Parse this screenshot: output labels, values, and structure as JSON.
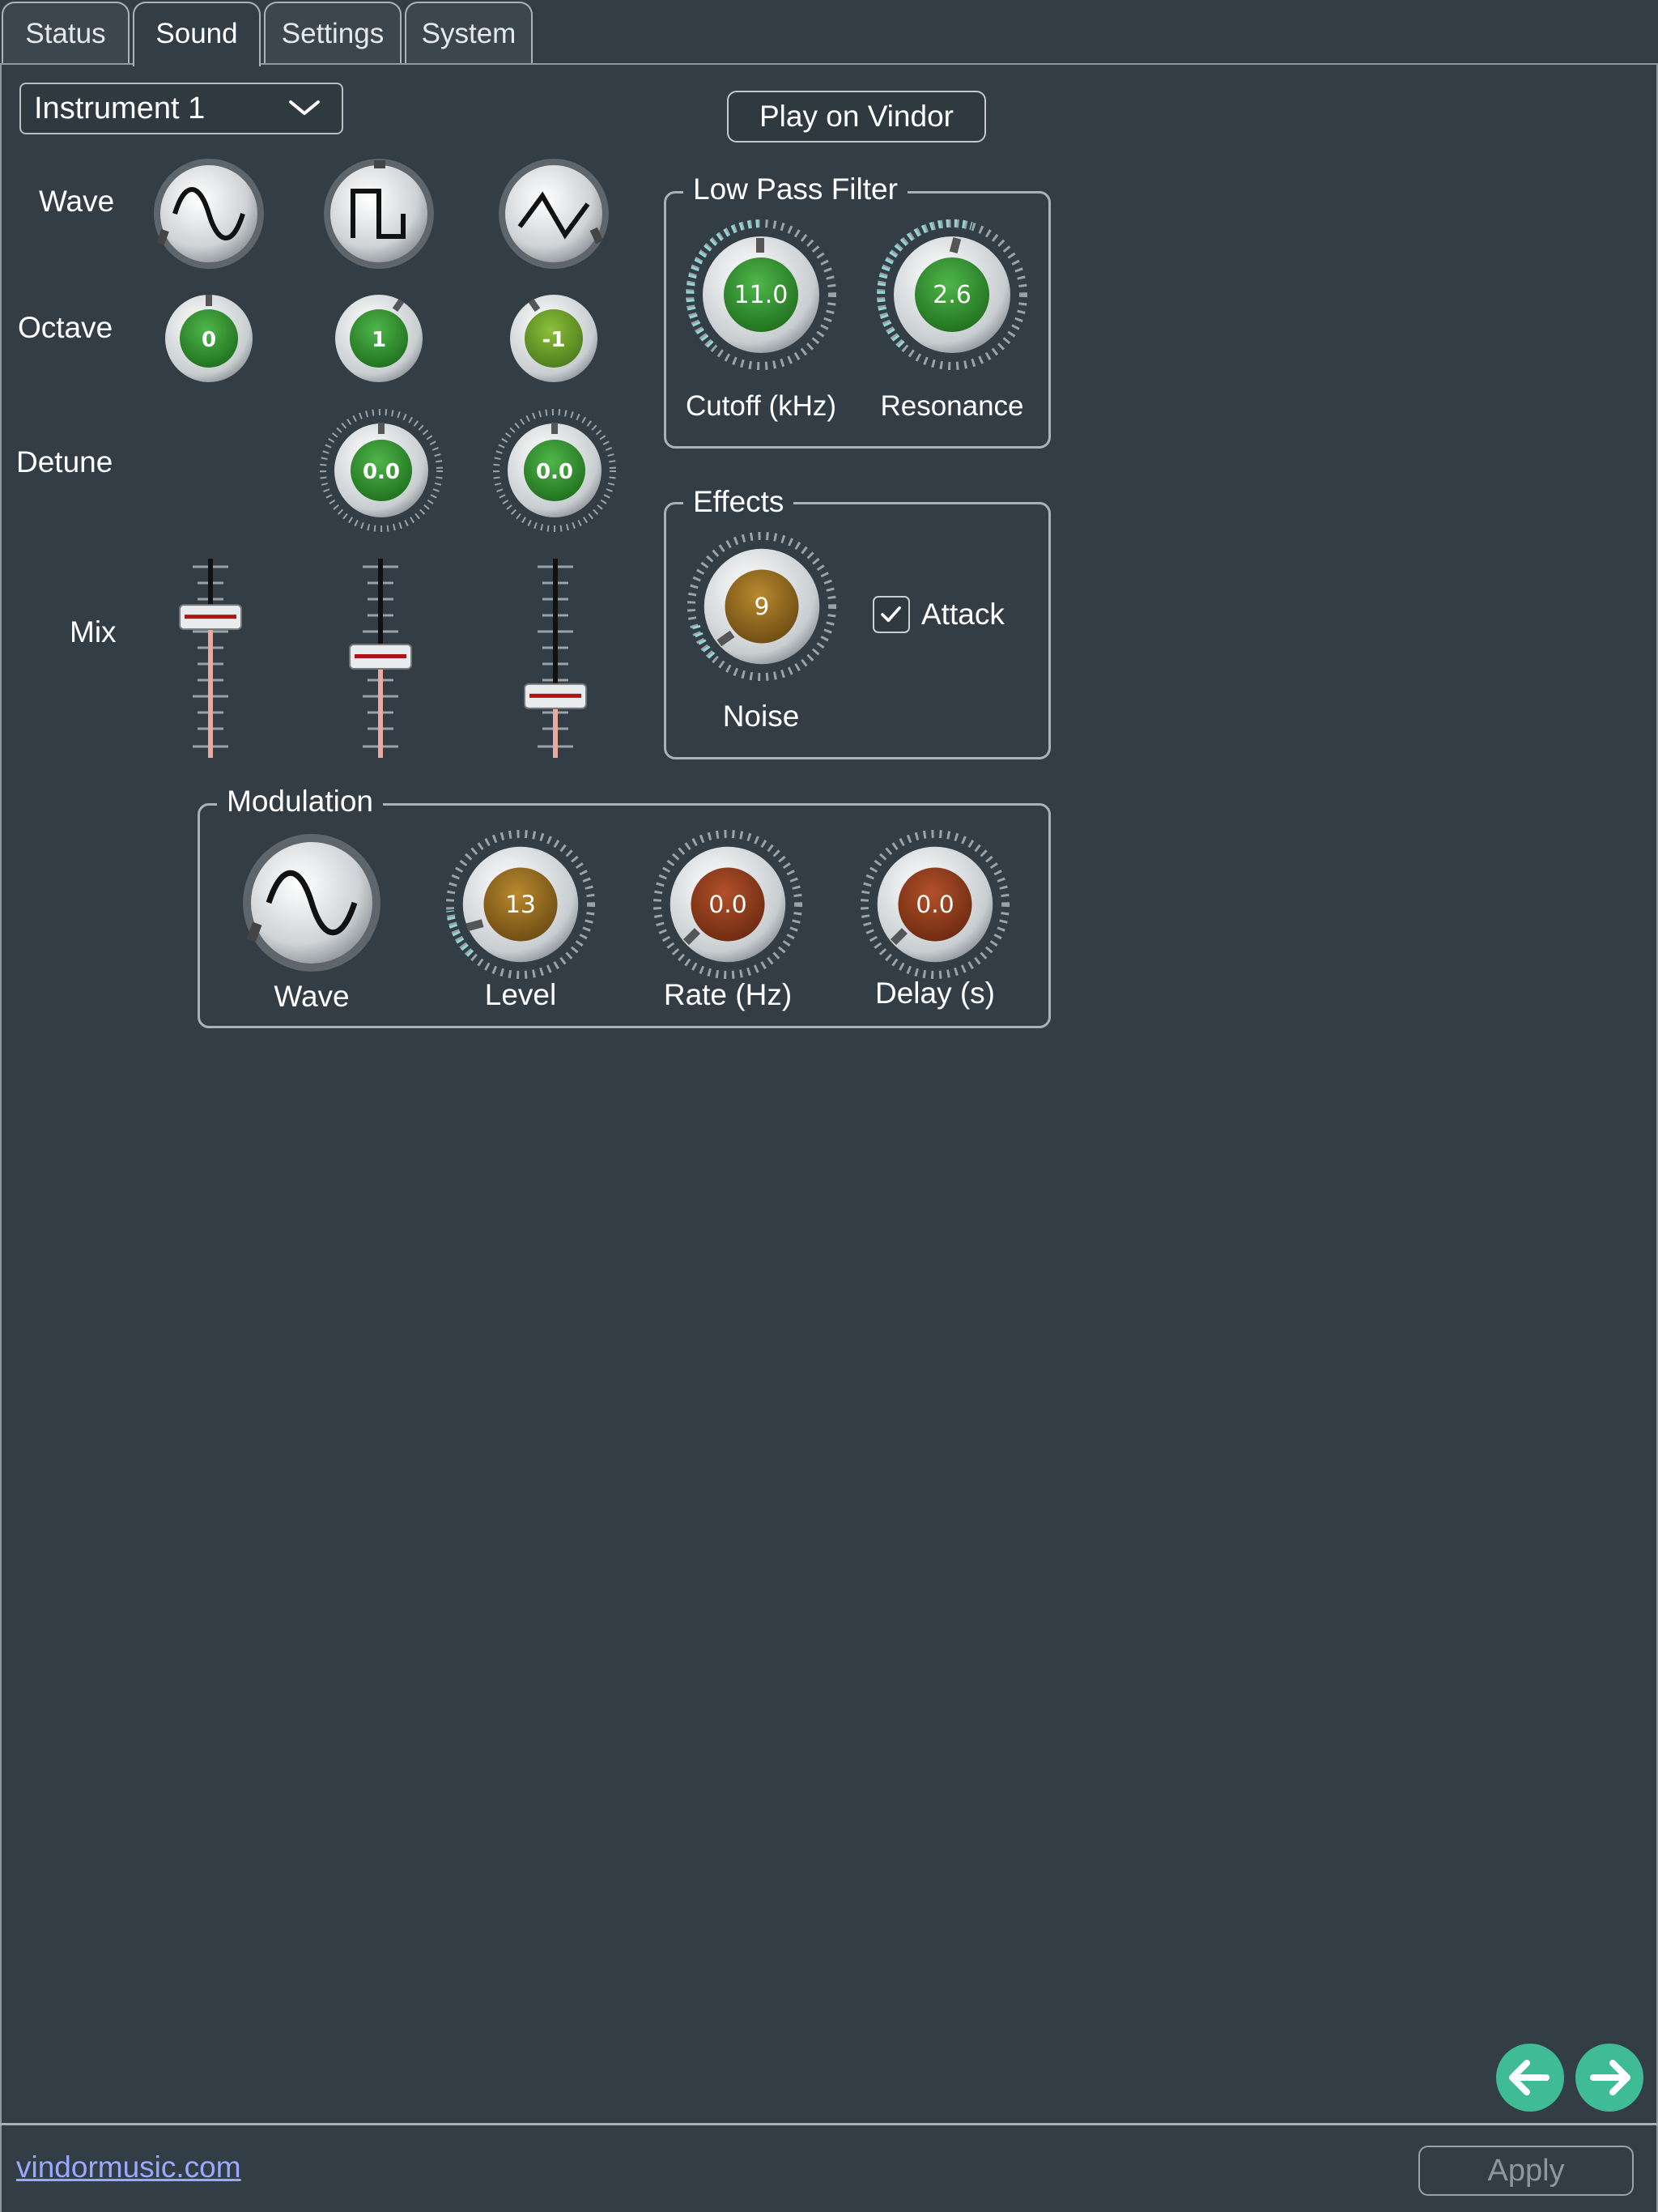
{
  "tabs": [
    {
      "label": "Status"
    },
    {
      "label": "Sound"
    },
    {
      "label": "Settings"
    },
    {
      "label": "System"
    }
  ],
  "active_tab": "Sound",
  "instrument_select": {
    "value": "Instrument 1",
    "icon": "chevron-down-icon"
  },
  "play_button": {
    "label": "Play on Vindor"
  },
  "oscillators": {
    "row_labels": {
      "wave": "Wave",
      "octave": "Octave",
      "detune": "Detune",
      "mix": "Mix"
    },
    "waves": [
      "sine",
      "square",
      "triangle"
    ],
    "octaves": [
      "0",
      "1",
      "-1"
    ],
    "detunes": [
      "0.0",
      "0.0"
    ],
    "mix_levels": [
      0.72,
      0.5,
      0.28
    ]
  },
  "low_pass_filter": {
    "title": "Low Pass Filter",
    "cutoff": {
      "label": "Cutoff (kHz)",
      "value": "11.0"
    },
    "resonance": {
      "label": "Resonance",
      "value": "2.6"
    }
  },
  "effects": {
    "title": "Effects",
    "noise": {
      "label": "Noise",
      "value": "9"
    },
    "attack": {
      "label": "Attack",
      "checked": true
    }
  },
  "modulation": {
    "title": "Modulation",
    "wave": {
      "label": "Wave",
      "shape": "sine"
    },
    "level": {
      "label": "Level",
      "value": "13"
    },
    "rate": {
      "label": "Rate (Hz)",
      "value": "0.0"
    },
    "delay": {
      "label": "Delay (s)",
      "value": "0.0"
    }
  },
  "nav": {
    "back_icon": "arrow-left-icon",
    "forward_icon": "arrow-right-icon"
  },
  "footer": {
    "link": "vindormusic.com",
    "apply": "Apply"
  },
  "colors": {
    "background": "#333d45",
    "knob_green": "#2f8f2c",
    "knob_gold": "#8a6a1e",
    "knob_rust": "#8a3a1e",
    "accent_teal": "#3fbb95",
    "arc_teal": "#8fd6d8"
  }
}
